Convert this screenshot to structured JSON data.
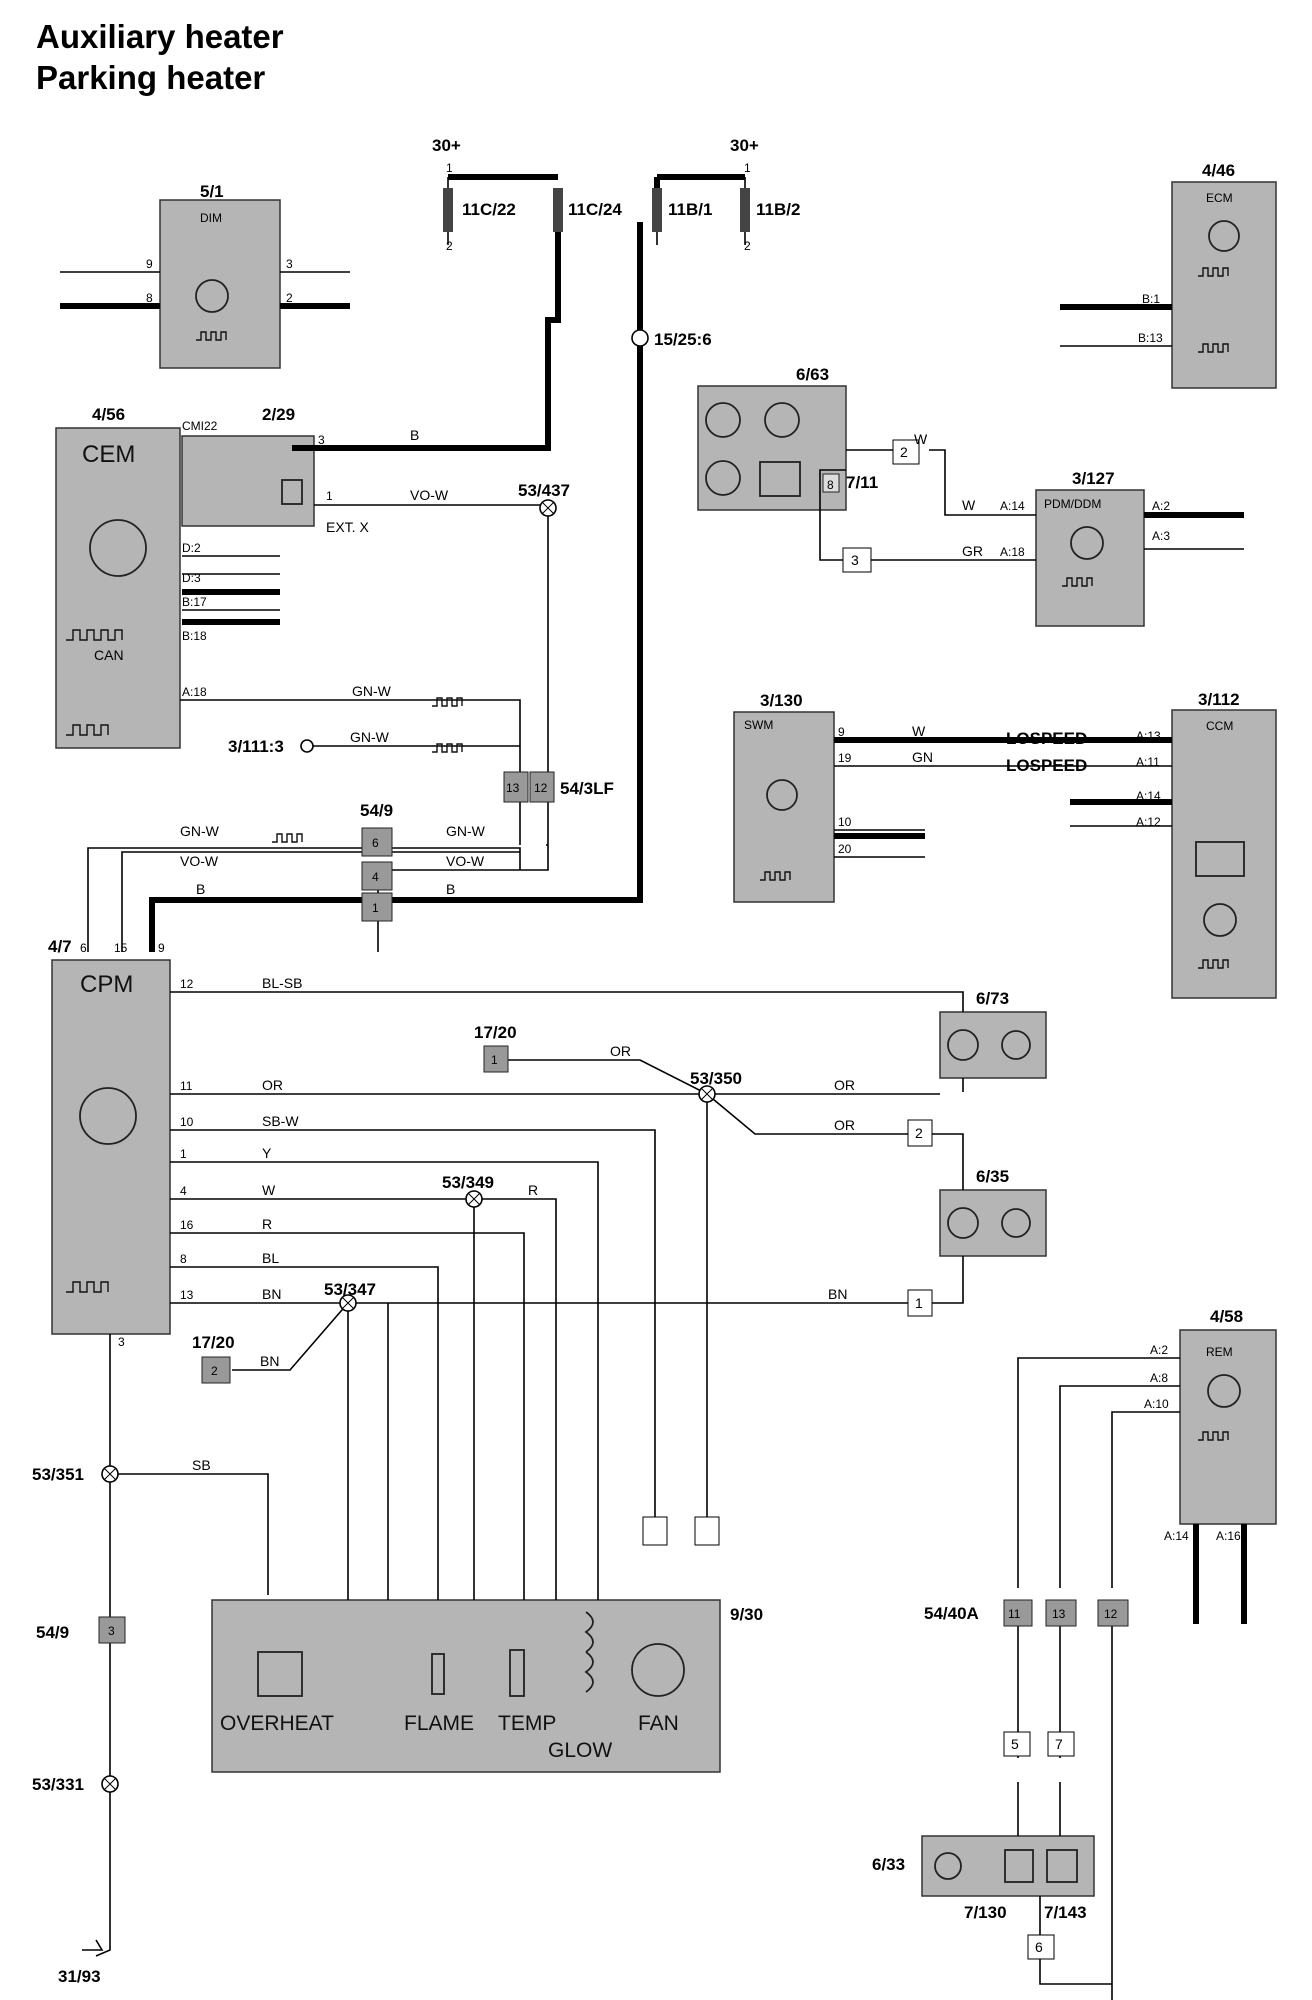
{
  "title": {
    "line1": "Auxiliary heater",
    "line2": "Parking heater"
  },
  "power_refs": [
    {
      "id": "30-left",
      "text": "30+"
    },
    {
      "id": "30-right",
      "text": "30+"
    }
  ],
  "connectors": [
    "11C/22",
    "11C/24",
    "11B/1",
    "11B/2",
    "15/25:6",
    "7/11",
    "54/3LF",
    "54/9",
    "54/40A",
    "7/130",
    "7/143",
    "17/20"
  ],
  "modules": [
    {
      "ref": "5/1",
      "name": "DIM"
    },
    {
      "ref": "4/56",
      "name": "CEM"
    },
    {
      "ref": "2/29",
      "name": "CMI22"
    },
    {
      "ref": "6/63",
      "name": ""
    },
    {
      "ref": "3/127",
      "name": "PDM/DDM"
    },
    {
      "ref": "4/46",
      "name": "ECM"
    },
    {
      "ref": "3/130",
      "name": "SWM"
    },
    {
      "ref": "3/112",
      "name": "CCM"
    },
    {
      "ref": "4/7",
      "name": "CPM"
    },
    {
      "ref": "6/73",
      "name": ""
    },
    {
      "ref": "6/35",
      "name": ""
    },
    {
      "ref": "4/58",
      "name": "REM"
    },
    {
      "ref": "9/30",
      "name": ""
    },
    {
      "ref": "6/33",
      "name": ""
    }
  ],
  "splices": [
    "53/437",
    "53/350",
    "53/349",
    "53/347",
    "53/351",
    "53/331"
  ],
  "grounds": [
    "31/93"
  ],
  "external_refs": [
    "3/111:3"
  ],
  "heater_parts": [
    "OVERHEAT",
    "FLAME",
    "TEMP",
    "GLOW",
    "FAN"
  ],
  "signal_labels": [
    "CAN",
    "EXT. X",
    "LOSPEED",
    "LOSPEED"
  ],
  "wire_colors": [
    "B",
    "VO-W",
    "GN-W",
    "BL-SB",
    "OR",
    "SB-W",
    "Y",
    "W",
    "R",
    "BL",
    "BN",
    "SB",
    "GN",
    "GR"
  ],
  "box_numbers": [
    "1",
    "2",
    "3",
    "5",
    "6",
    "7",
    "8"
  ],
  "pins": {
    "cem": [
      "D:2",
      "D:3",
      "B:17",
      "B:18",
      "A:18"
    ],
    "cpm": [
      "6",
      "15",
      "9",
      "12",
      "11",
      "10",
      "1",
      "4",
      "16",
      "8",
      "13",
      "3"
    ],
    "rem": [
      "A:2",
      "A:8",
      "A:10",
      "A:14",
      "A:16"
    ],
    "ccm": [
      "A:13",
      "A:11",
      "A:14",
      "A:12"
    ],
    "pdm": [
      "A:14",
      "A:18",
      "A:2",
      "A:3"
    ],
    "ecm": [
      "B:1",
      "B:13"
    ],
    "swm": [
      "9",
      "19",
      "10",
      "20"
    ],
    "dim": [
      "9",
      "8",
      "3",
      "2"
    ],
    "relay": [
      "3",
      "1"
    ],
    "inline_54_3lf": [
      "13",
      "12"
    ],
    "inline_54_9": [
      "6",
      "4",
      "1",
      "3"
    ],
    "inline_54_40a": [
      "11",
      "13",
      "12"
    ],
    "fused": [
      "1",
      "2"
    ]
  },
  "colors": {
    "component_fill": "#b5b5b5",
    "wire": "#000000",
    "background": "#ffffff"
  }
}
